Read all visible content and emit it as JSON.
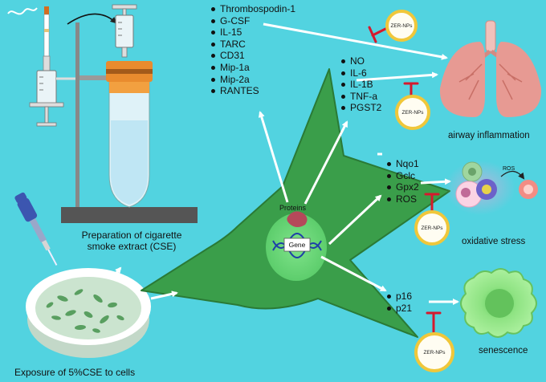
{
  "list_cytokines": [
    "Thrombospodin-1",
    "G-CSF",
    "IL-15",
    "TARC",
    "CD31",
    "Mip-1a",
    "Mip-2a",
    "RANTES"
  ],
  "list_inflammation": [
    "NO",
    "IL-6",
    "IL-1B",
    "TNF-a",
    "PGST2"
  ],
  "list_oxidative": [
    "Nqo1",
    "Gclc",
    "Gpx2",
    "ROS"
  ],
  "list_senescence": [
    "p16",
    "p21"
  ],
  "labels": {
    "preparation_line1": "Preparation of cigarette",
    "preparation_line2": "smoke extract (CSE)",
    "exposure": "Exposure of 5%CSE to cells",
    "airway": "airway inflammation",
    "oxidative": "oxidative stress",
    "senescence": "senescence",
    "proteins": "Proteins",
    "gene": "Gene",
    "ros_small": "ROS",
    "zer_np": "ZER-NPs"
  },
  "colors": {
    "background": "#52d3e0",
    "cell": "#3a9e4a",
    "nanoparticle_ring": "#f0c73a",
    "inhibitor": "#d5192d",
    "lung": "#e79a93",
    "senescent_cell": "#9ff08f"
  }
}
